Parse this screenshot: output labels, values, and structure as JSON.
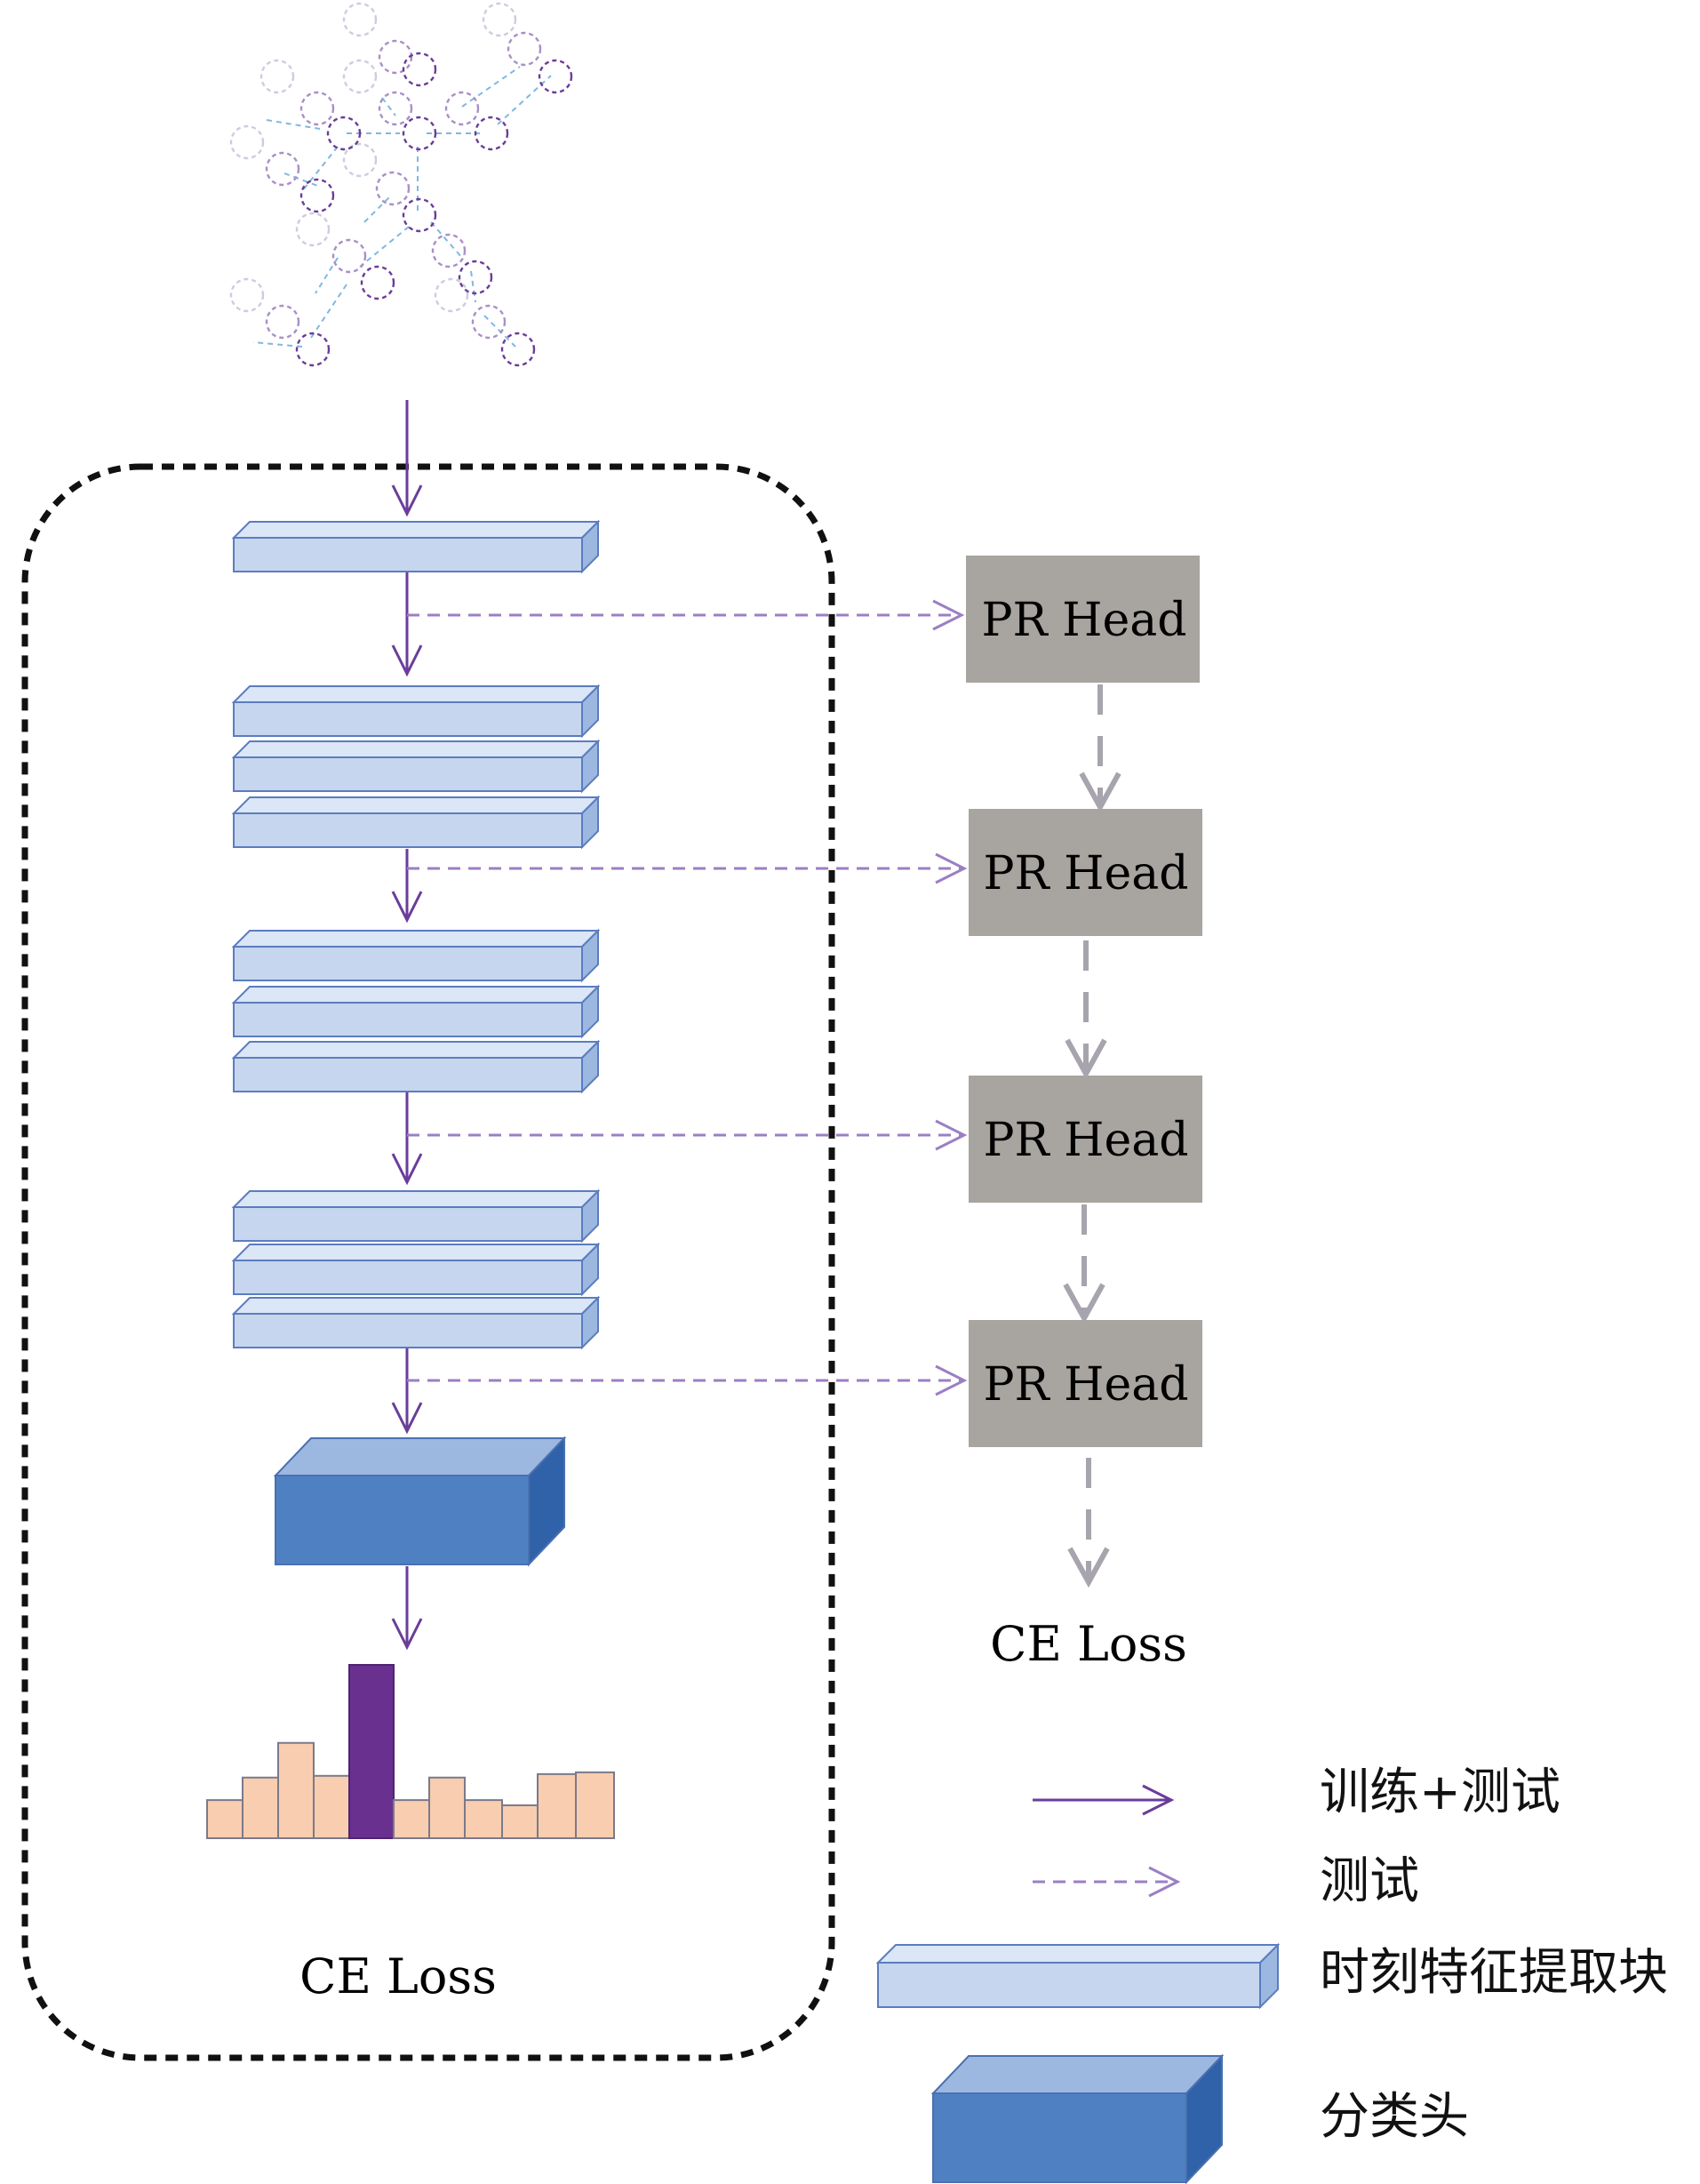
{
  "pr_heads": [
    {
      "label": "PR Head"
    },
    {
      "label": "PR Head"
    },
    {
      "label": "PR Head"
    },
    {
      "label": "PR Head"
    }
  ],
  "model_loss": "CE Loss",
  "head_loss": "CE Loss",
  "legend": {
    "train_test": "训练+测试",
    "test": "测试",
    "feature_block": "时刻特征提取块",
    "classifier_head": "分类头"
  },
  "colors": {
    "solid_arrow": "#6a3d9a",
    "dashed_arrow": "#9b7fc4",
    "block_front": "#c5d6ee",
    "block_stroke": "#5b7cc0",
    "head_front": "#4f81c2",
    "pr_head_fill": "#a8a4a0",
    "bar_peach": "#f8cdb0",
    "bar_peak": "#6a3090"
  },
  "histogram": {
    "values": [
      0.22,
      0.35,
      0.55,
      0.36,
      1.0,
      0.22,
      0.35,
      0.22,
      0.19,
      0.37,
      0.38
    ],
    "peak_index": 4
  }
}
